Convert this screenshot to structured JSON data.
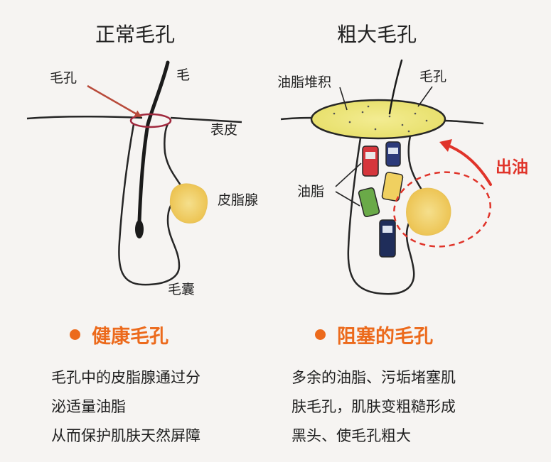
{
  "left_panel": {
    "title": "正常毛孔",
    "labels": {
      "pore": "毛孔",
      "hair": "毛",
      "epidermis": "表皮",
      "sebaceous_gland": "皮脂腺",
      "follicle": "毛囊"
    },
    "heading": "健康毛孔",
    "description": [
      "毛孔中的皮脂腺通过分",
      "泌适量油脂",
      "从而保护肌肤天然屏障"
    ]
  },
  "right_panel": {
    "title": "粗大毛孔",
    "labels": {
      "oil_buildup": "油脂堆积",
      "pore": "毛孔",
      "oil": "油脂",
      "oil_out": "出油"
    },
    "heading": "阻塞的毛孔",
    "description": [
      "多余的油脂、污垢堵塞肌",
      "肤毛孔，肌肤变粗糙形成",
      "黑头、使毛孔粗大"
    ]
  },
  "colors": {
    "accent": "#ec6a1c",
    "alert_red": "#e0342a",
    "oil_yellow": "#ede479",
    "gland_yellow": "#f1d36a",
    "pore_ring": "#a0283d",
    "line": "#262626"
  }
}
